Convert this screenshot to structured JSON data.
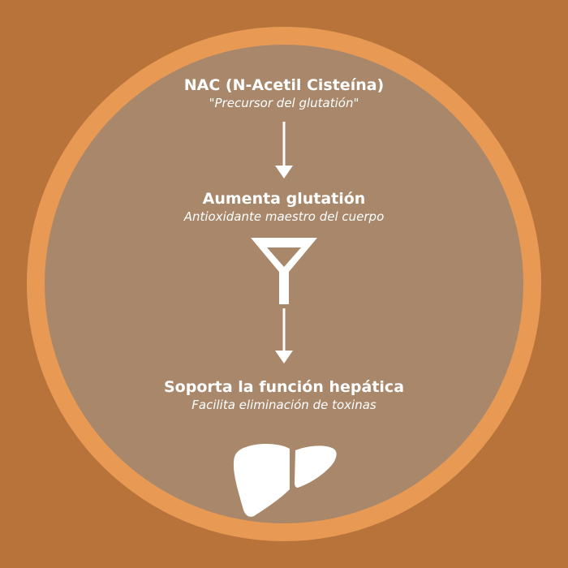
{
  "colors": {
    "background": "#b8733a",
    "ring": "#e89a55",
    "inner_circle": "#a8876b",
    "foreground": "#ffffff"
  },
  "steps": [
    {
      "title": "NAC (N-Acetil Cisteína)",
      "subtitle": "\"Precursor del glutatión\""
    },
    {
      "title": "Aumenta glutatión",
      "subtitle": "Antioxidante maestro del cuerpo"
    },
    {
      "title": "Soporta la función hepática",
      "subtitle": "Facilita eliminación de toxinas"
    }
  ],
  "icons": [
    "arrow-down-icon",
    "funnel-icon",
    "arrow-down-icon",
    "liver-icon"
  ]
}
